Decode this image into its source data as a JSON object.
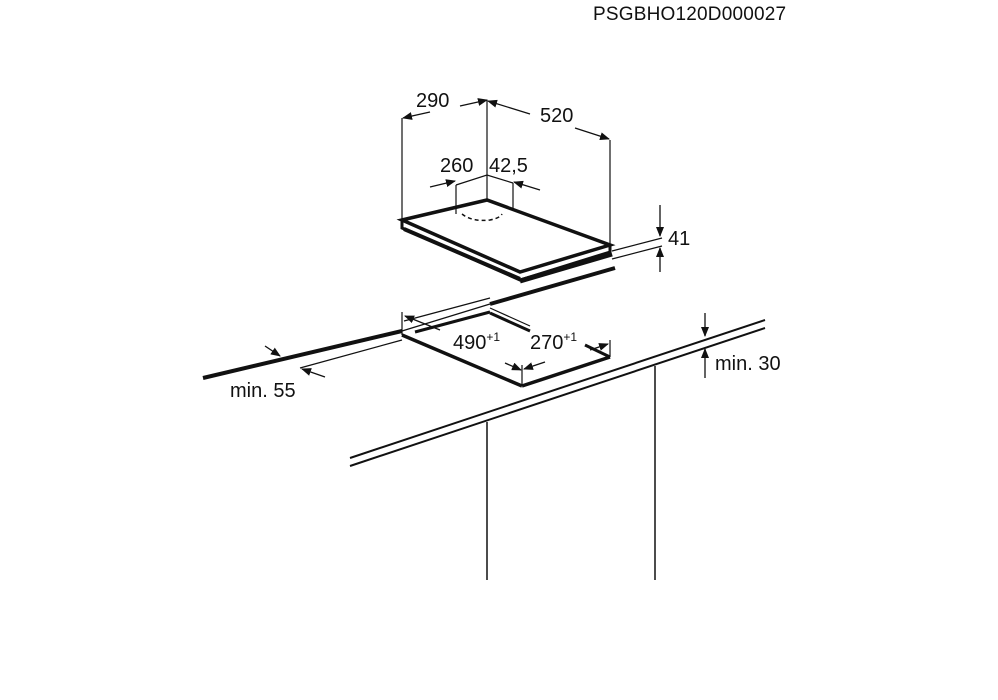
{
  "product_code": "PSGBHO120D000027",
  "dimensions": {
    "hob_depth": "290",
    "hob_width": "520",
    "burner_offset_depth": "260",
    "burner_offset_width": "42,5",
    "hob_height": "41",
    "cutout_width": "490",
    "cutout_width_tolerance": "+1",
    "cutout_depth": "270",
    "cutout_depth_tolerance": "+1",
    "min_back_distance": "min. 55",
    "min_front_distance": "min. 30"
  }
}
